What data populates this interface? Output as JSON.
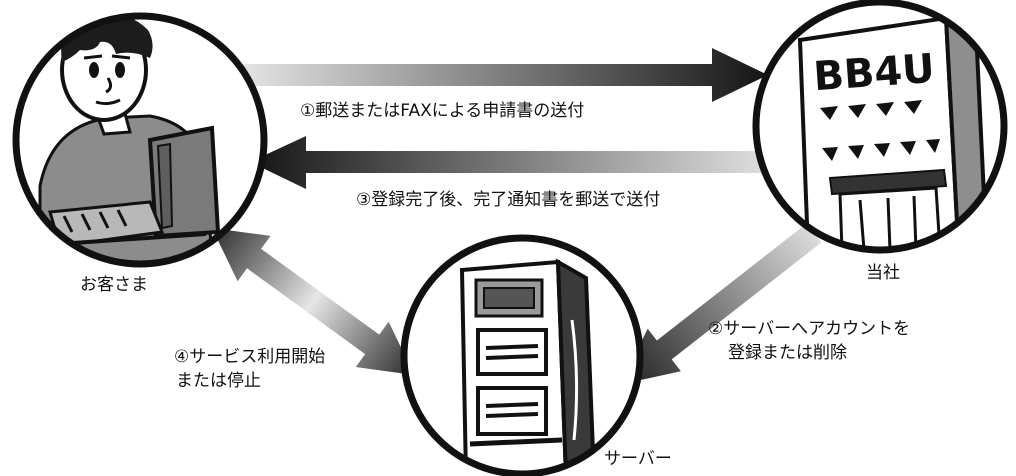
{
  "nodes": {
    "customer": {
      "label": "お客さま"
    },
    "company": {
      "label": "当社",
      "sign_text": "BB4U"
    },
    "server": {
      "label": "サーバー"
    }
  },
  "arrows": {
    "step1": {
      "label": "①郵送またはFAXによる申請書の送付"
    },
    "step2": {
      "label_line1": "②サーバーへアカウントを",
      "label_line2": "登録または削除"
    },
    "step3": {
      "label": "③登録完了後、完了通知書を郵送で送付"
    },
    "step4": {
      "label_line1": "④サービス利用開始",
      "label_line2": "または停止"
    }
  }
}
